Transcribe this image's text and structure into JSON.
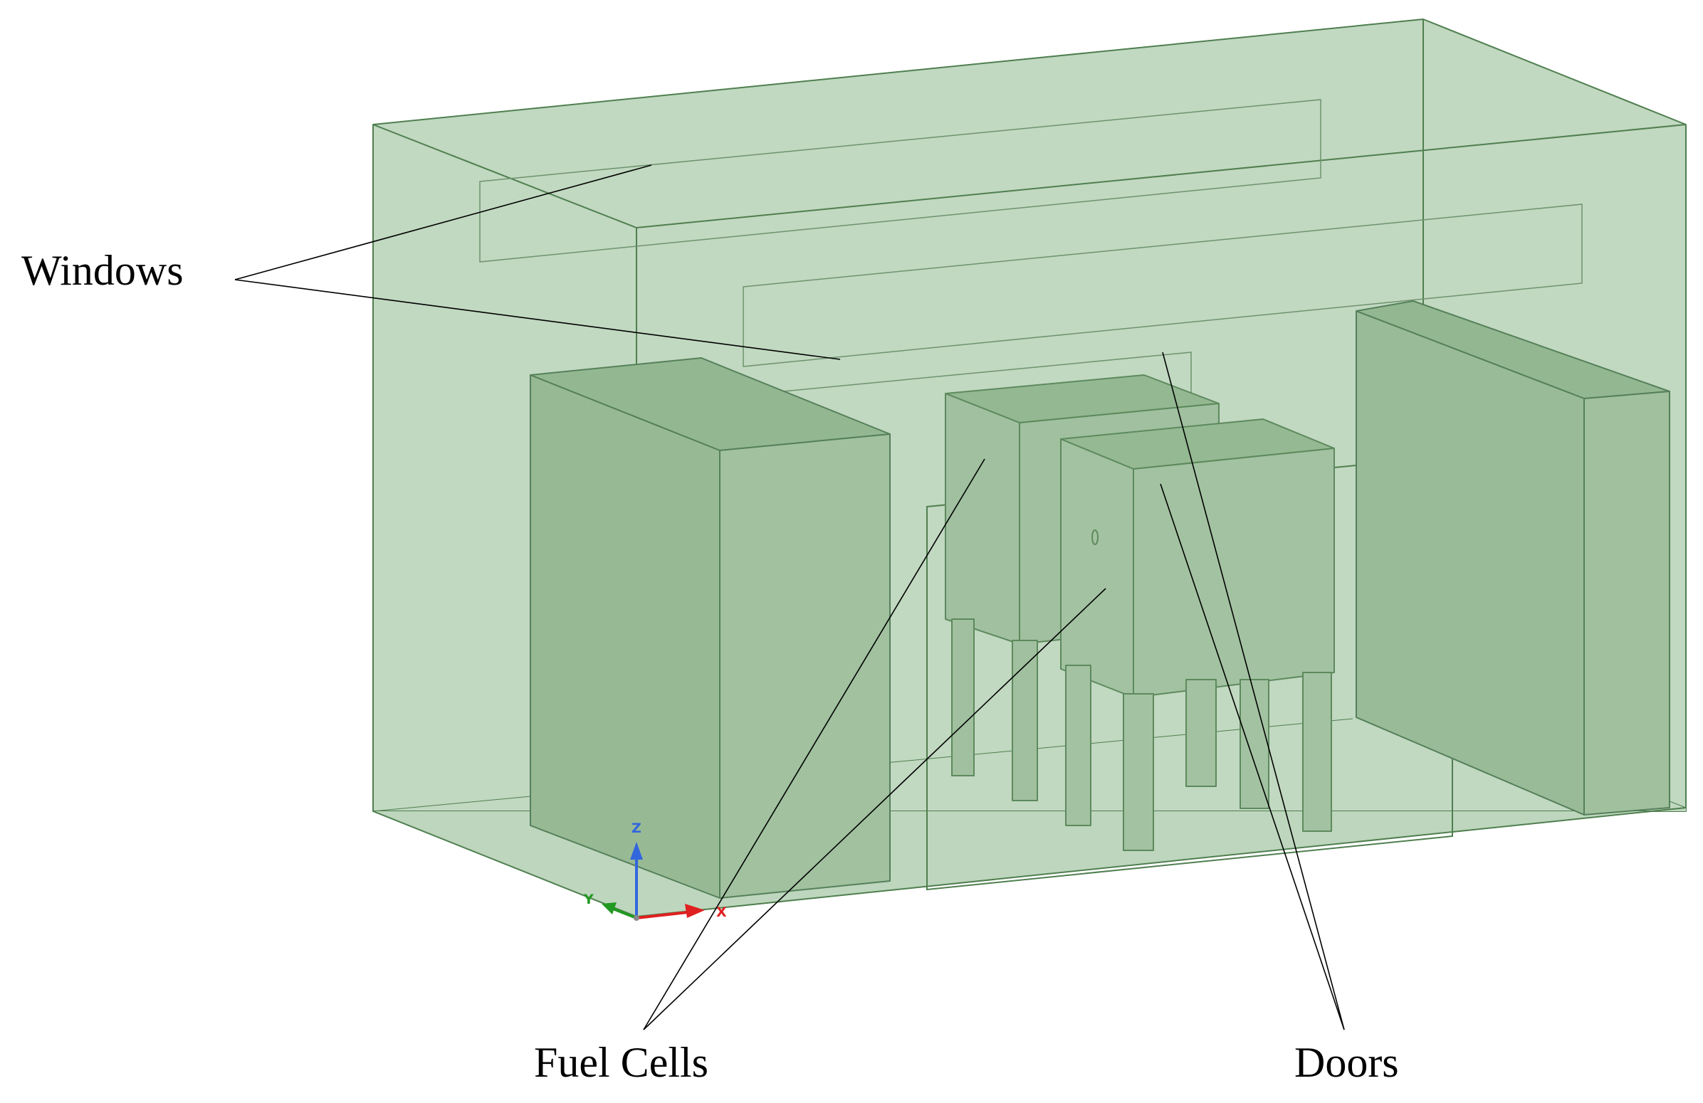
{
  "labels": {
    "windows": "Windows",
    "fuel_cells": "Fuel Cells",
    "doors": "Doors"
  },
  "axes": {
    "x": "X",
    "y": "Y",
    "z": "Z"
  },
  "colors": {
    "room_fill": "#c1d8c1",
    "room_edge": "#4f7f4f",
    "block_fill": "#9dbe9b",
    "block_top": "#93b891",
    "leader_line": "#000000",
    "axis_x": "#e02020",
    "axis_y": "#229922",
    "axis_z": "#3366dd"
  }
}
